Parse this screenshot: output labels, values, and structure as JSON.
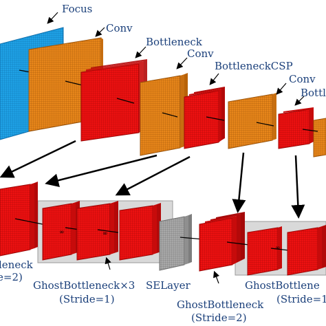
{
  "labels": {
    "focus": "Focus",
    "conv1": "Conv",
    "bottleneck": "Bottleneck",
    "conv2": "Conv",
    "bottleneck_csp": "BottleneckCSP",
    "conv3": "Conv",
    "bottle_partial": "Bottl",
    "neck_partial": "leneck",
    "stride_left_partial": "e=2)",
    "ghost_x3": "GhostBottleneck×3",
    "ghost_x3_stride": "(Stride=1)",
    "selayer": "SELayer",
    "ghost_s2": "GhostBottleneck",
    "ghost_s2_stride": "(Stride=2)",
    "ghost_right": "GhostBottlene",
    "ghost_right_stride": "(Stride=1"
  },
  "colors": {
    "focus": "#1fa2e6",
    "conv": "#e8861a",
    "bottleneck": "#ee1111",
    "selayer": "#a8a8a8",
    "group_box": "#d9d9d9",
    "text": "#1a3f7a"
  }
}
